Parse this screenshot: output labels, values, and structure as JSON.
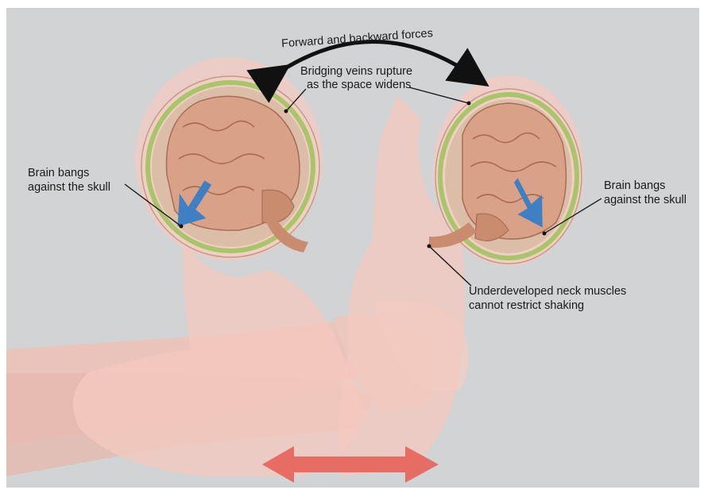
{
  "labels": {
    "forces": "Forward and backward forces",
    "bridging_line1": "Bridging veins rupture",
    "bridging_line2": "as the space widens",
    "brain_left_line1": "Brain bangs",
    "brain_left_line2": "against the skull",
    "brain_right_line1": "Brain bangs",
    "brain_right_line2": "against the skull",
    "neck_line1": "Underdeveloped neck muscles",
    "neck_line2": "cannot restrict shaking"
  },
  "colors": {
    "background": "#d1d3d4",
    "skin": "#f3c7bd",
    "brain": "#d9a187",
    "arrow_blue": "#3f7fc3",
    "arrow_red": "#e5625a",
    "meninges_green": "#a9c46a"
  },
  "icons": {
    "forces_arrow": "double-curved-arrow-icon",
    "left_motion_arrow": "blue-arrow-icon",
    "right_motion_arrow": "blue-arrow-icon",
    "shaking_arrow": "red-double-arrow-icon"
  }
}
